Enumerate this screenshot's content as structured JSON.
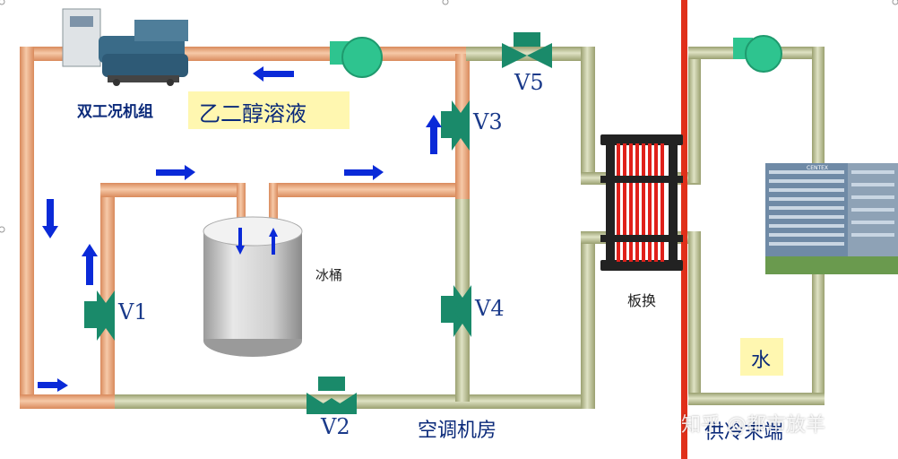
{
  "labels": {
    "chiller": "双工况机组",
    "glycol": "乙二醇溶液",
    "ice_tank": "冰桶",
    "plate_hx": "板换",
    "water": "水",
    "machine_room": "空调机房",
    "terminal": "供冷末端",
    "v1": "V1",
    "v2": "V2",
    "v3": "V3",
    "v4": "V4",
    "v5": "V5",
    "building_sign": "CENTEX"
  },
  "watermark": "知乎 @都市放羊",
  "colors": {
    "copper_pipe": "#e8a276",
    "copper_highlight": "#f6c9a8",
    "olive_pipe": "#aeb486",
    "olive_highlight": "#d5d8b6",
    "valve_green": "#1a8a6a",
    "arrow_blue": "#0a2ad8",
    "divider_red": "#e0301a",
    "hx_plates": "#e0201a",
    "pump_green": "#2ec48f"
  }
}
